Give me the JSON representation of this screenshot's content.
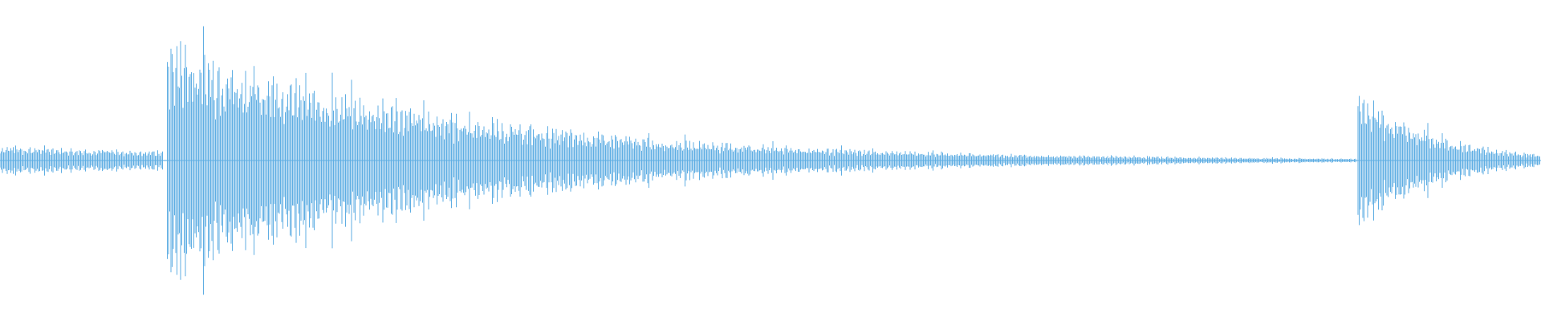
{
  "waveform": {
    "color": "#5faee3",
    "background": "#ffffff",
    "duration_px_note": "",
    "bursts": [
      {
        "start": 0.0,
        "end": 0.106,
        "peak": 0.12,
        "decay": 0.5
      },
      {
        "start": 0.108,
        "end": 0.88,
        "peak": 1.0,
        "decay": 4.2
      },
      {
        "start": 0.881,
        "end": 1.0,
        "peak": 0.6,
        "decay": 2.5
      }
    ]
  }
}
